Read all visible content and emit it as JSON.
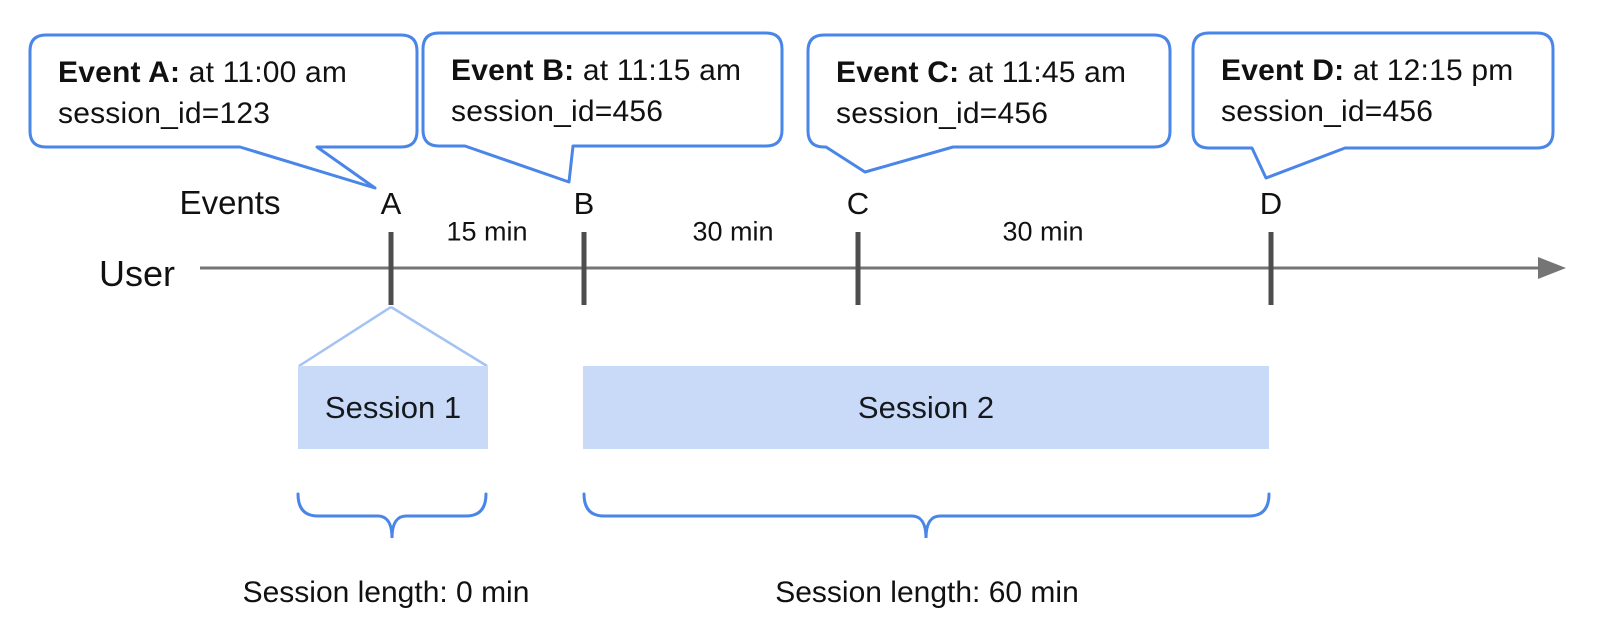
{
  "diagram": {
    "events_axis_label": "Events",
    "user_label": "User",
    "bubbles": [
      {
        "name": "Event A:",
        "time": " at 11:00 am",
        "detail": "session_id=123"
      },
      {
        "name": "Event B:",
        "time": " at 11:15 am",
        "detail": "session_id=456"
      },
      {
        "name": "Event C:",
        "time": " at 11:45 am",
        "detail": "session_id=456"
      },
      {
        "name": "Event D:",
        "time": " at 12:15 pm",
        "detail": "session_id=456"
      }
    ],
    "ticks": [
      "A",
      "B",
      "C",
      "D"
    ],
    "intervals": [
      "15 min",
      "30 min",
      "30 min"
    ],
    "sessions": [
      {
        "label": "Session 1",
        "length_label": "Session length: 0 min"
      },
      {
        "label": "Session 2",
        "length_label": "Session length: 60 min"
      }
    ],
    "colors": {
      "bubble_border": "#4a86e8",
      "brace": "#4a86e8",
      "session_fill": "#c9daf8",
      "funnel_line": "#a4c2f4",
      "timeline": "#757575",
      "tick": "#4d4d4d",
      "text": "#111111"
    }
  }
}
